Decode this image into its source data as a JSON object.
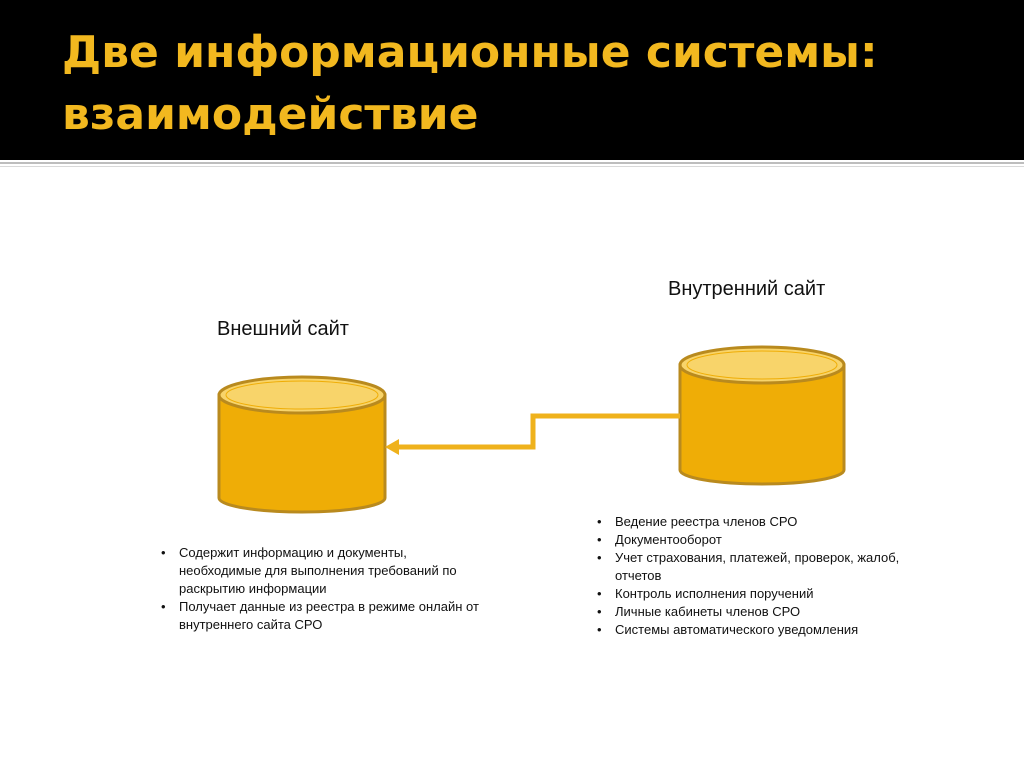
{
  "slide": {
    "title_line1": "Две информационные системы:",
    "title_line2": "взаимодействие"
  },
  "external_site": {
    "label": "Внешний сайт",
    "items": [
      "Содержит информацию и документы, необходимые для выполнения требований по раскрытию информации",
      "Получает данные из реестра в режиме онлайн от внутреннего сайта СРО"
    ]
  },
  "internal_site": {
    "label": "Внутренний сайт",
    "items": [
      "Ведение реестра членов СРО",
      "Документооборот",
      "Учет страхования, платежей, проверок, жалоб, отчетов",
      "Контроль исполнения поручений",
      "Личные кабинеты членов СРО",
      "Системы автоматического уведомления"
    ]
  },
  "colors": {
    "header_bg": "#000000",
    "title": "#f2b81f",
    "cylinder_body": "#efad06",
    "cylinder_top": "#f8d46a",
    "cylinder_outline": "#b98a1e",
    "connector": "#efb21c"
  }
}
